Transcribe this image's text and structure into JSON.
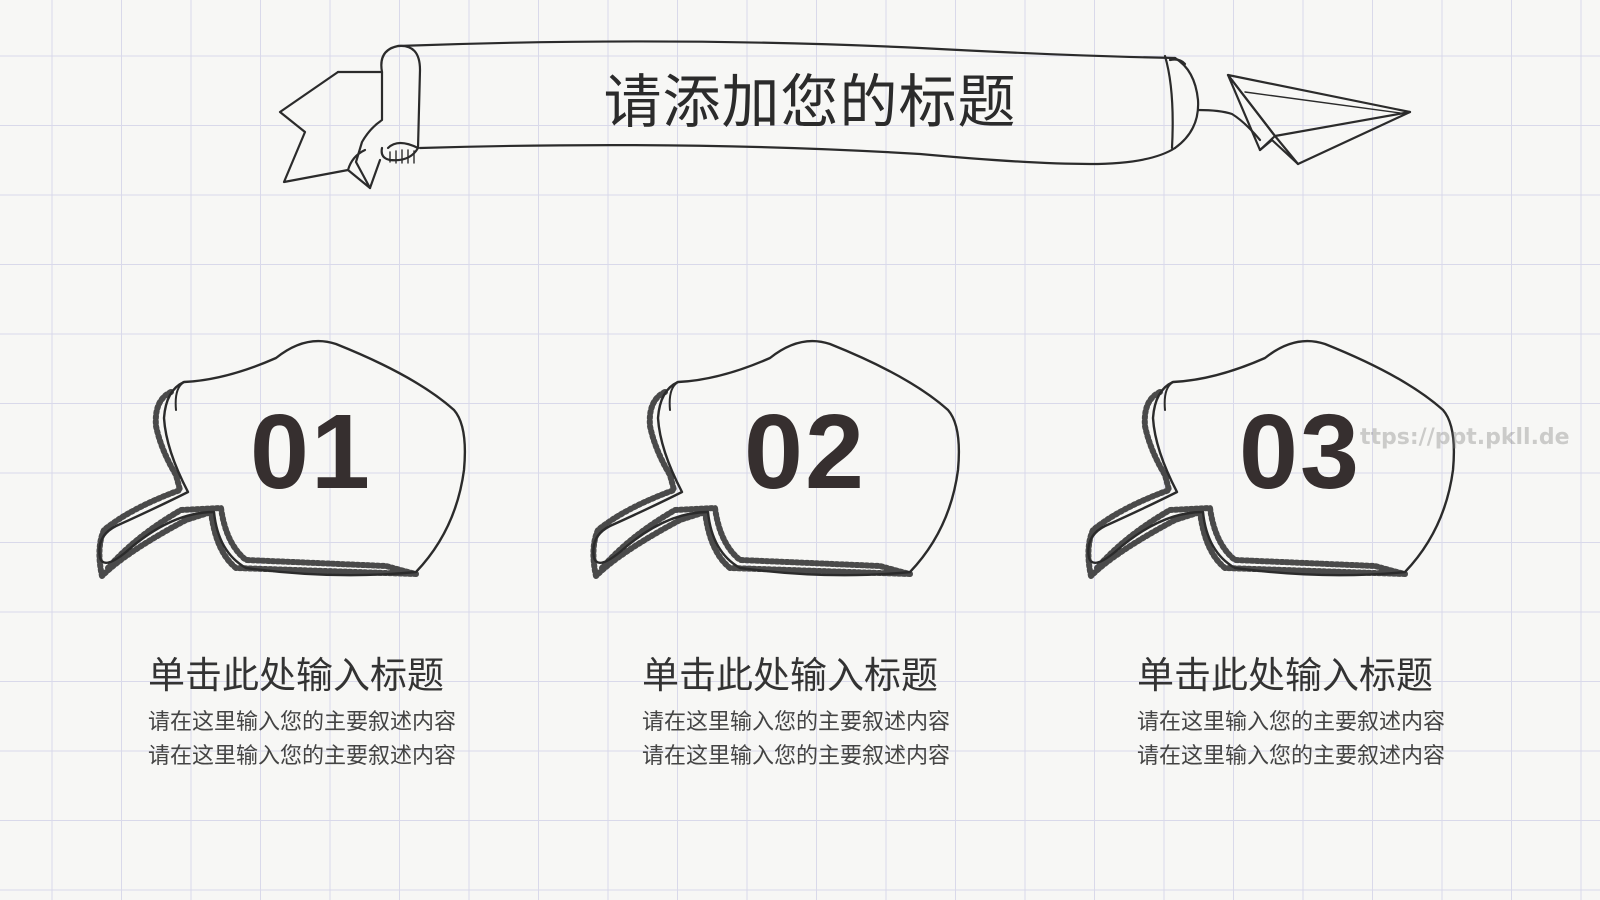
{
  "slide": {
    "title": "请添加您的标题",
    "watermark": "ttps://ppt.pkll.de"
  },
  "cards": [
    {
      "number": "01",
      "title": "单击此处输入标题",
      "lines": [
        "请在这里输入您的主要叙述内容",
        "请在这里输入您的主要叙述内容"
      ]
    },
    {
      "number": "02",
      "title": "单击此处输入标题",
      "lines": [
        "请在这里输入您的主要叙述内容",
        "请在这里输入您的主要叙述内容"
      ]
    },
    {
      "number": "03",
      "title": "单击此处输入标题",
      "lines": [
        "请在这里输入您的主要叙述内容",
        "请在这里输入您的主要叙述内容"
      ]
    }
  ],
  "colors": {
    "ink": "#2b2b2b",
    "grid": "#d9d9ea",
    "paper": "#f7f7f5"
  },
  "icons": [
    "ribbon-banner-icon",
    "paper-plane-icon",
    "speech-bubble-icon"
  ]
}
